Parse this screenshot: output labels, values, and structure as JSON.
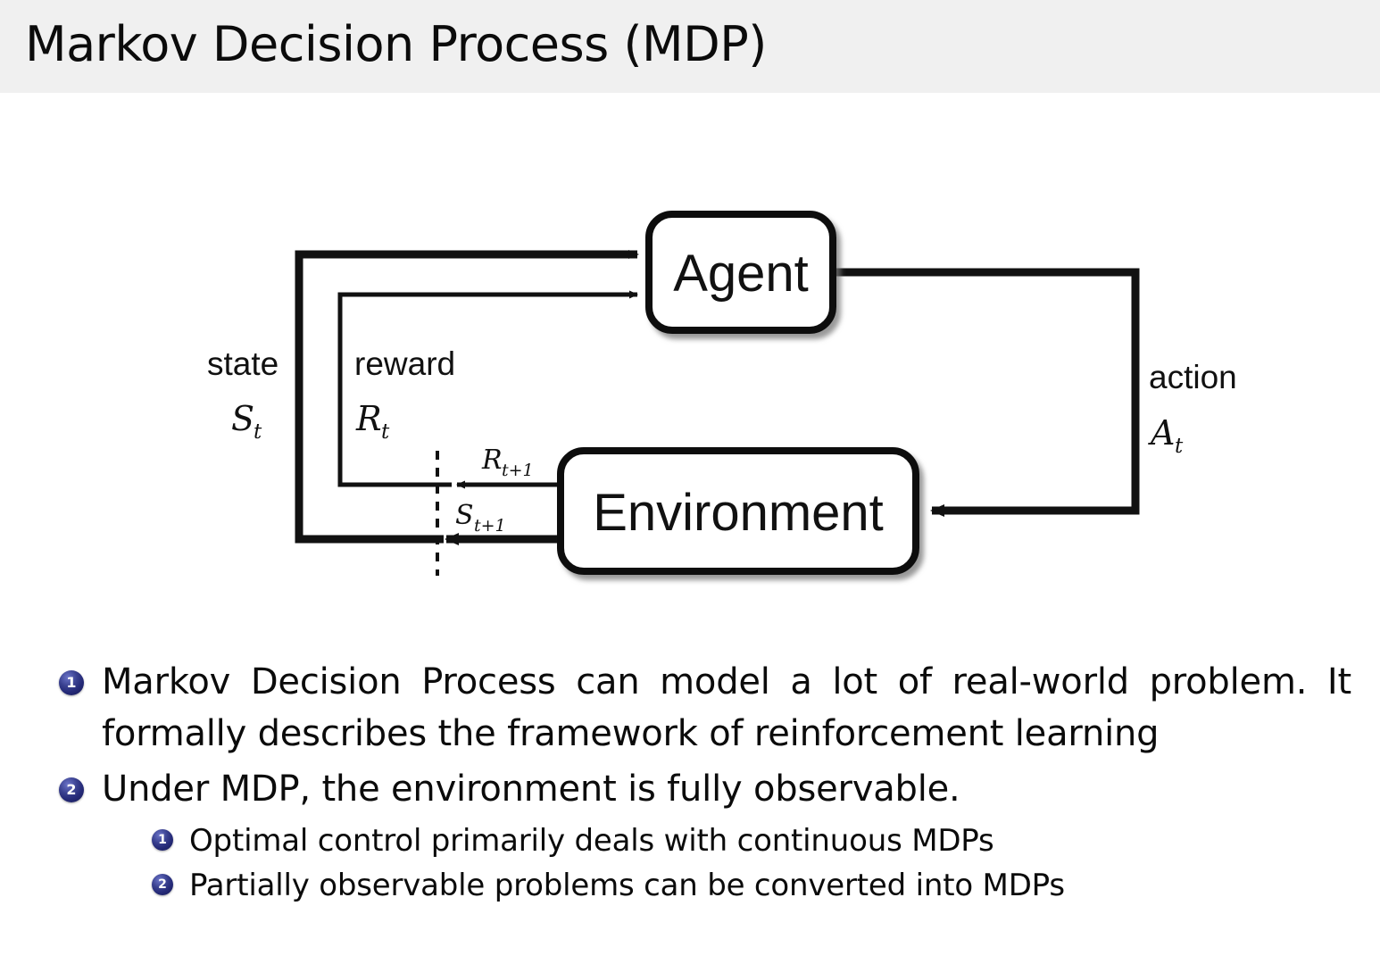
{
  "slide": {
    "title": "Markov Decision Process (MDP)",
    "header_bg": "#f0f0f0",
    "text_color": "#0b0b0b"
  },
  "diagram": {
    "name": "agent-environment-interaction-loop",
    "nodes": {
      "agent": "Agent",
      "environment": "Environment"
    },
    "labels": {
      "state_word": "state",
      "state_symbol": "S",
      "state_subscript": "t",
      "reward_word": "reward",
      "reward_symbol": "R",
      "reward_subscript": "t",
      "action_word": "action",
      "action_symbol": "A",
      "action_subscript": "t",
      "next_reward_symbol": "R",
      "next_reward_subscript": "t+1",
      "next_state_symbol": "S",
      "next_state_subscript": "t+1"
    },
    "stroke_color": "#111111"
  },
  "bullets": {
    "badge_color": "#252a78",
    "items": [
      {
        "number": "1",
        "text": "Markov Decision Process can model a lot of real-world problem. It formally describes the framework of reinforcement learning",
        "children": []
      },
      {
        "number": "2",
        "text": "Under MDP, the environment is fully observable.",
        "children": [
          {
            "number": "1",
            "text": "Optimal control primarily deals with continuous MDPs"
          },
          {
            "number": "2",
            "text": "Partially observable problems can be converted into MDPs"
          }
        ]
      }
    ]
  }
}
